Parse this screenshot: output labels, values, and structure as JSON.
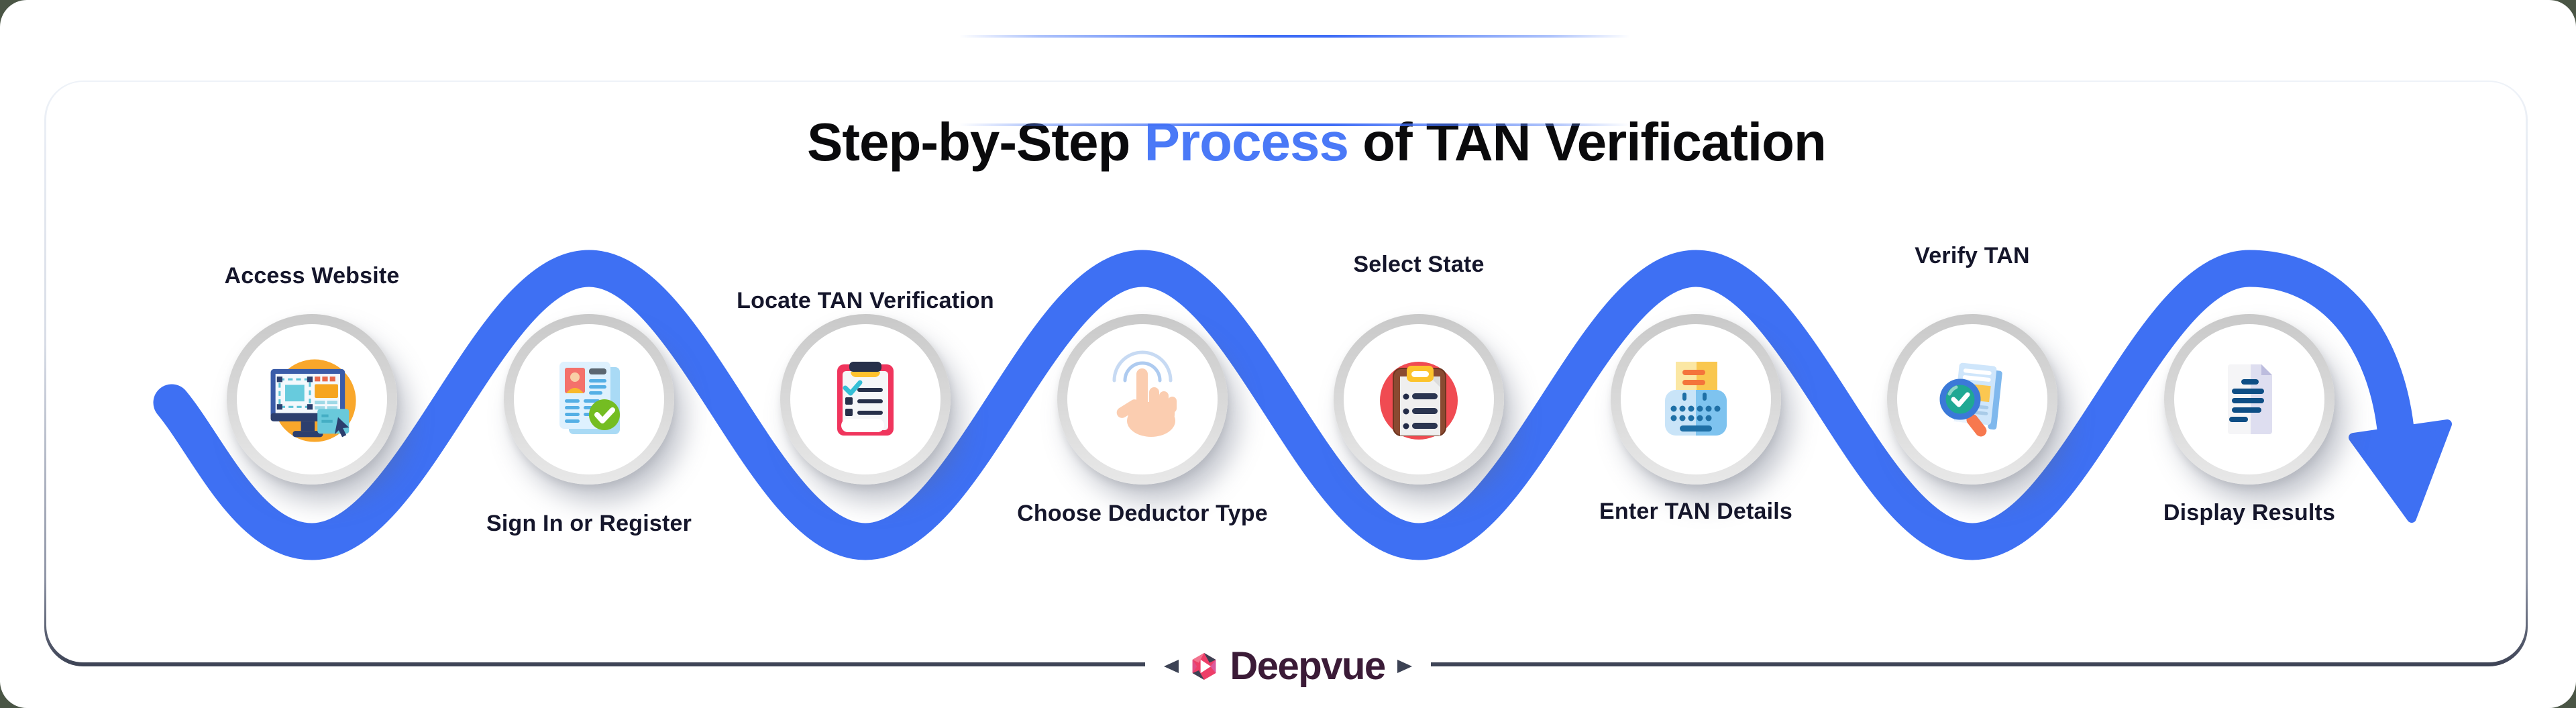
{
  "title": {
    "prefix": "Step-by-Step ",
    "highlight": "Process",
    "suffix": " of TAN Verification"
  },
  "steps": [
    {
      "label": "Access Website",
      "icon": "monitor-website-icon",
      "label_position": "above"
    },
    {
      "label": "Sign In or Register",
      "icon": "register-document-icon",
      "label_position": "below"
    },
    {
      "label": "Locate TAN Verification",
      "icon": "clipboard-checklist-icon",
      "label_position": "above"
    },
    {
      "label": "Choose Deductor Type",
      "icon": "tap-hand-icon",
      "label_position": "below"
    },
    {
      "label": "Select State",
      "icon": "state-list-clipboard-icon",
      "label_position": "above"
    },
    {
      "label": "Enter TAN Details",
      "icon": "typewriter-keyboard-icon",
      "label_position": "below"
    },
    {
      "label": "Verify TAN",
      "icon": "magnifier-book-icon",
      "label_position": "above"
    },
    {
      "label": "Display Results",
      "icon": "results-document-icon",
      "label_position": "below"
    }
  ],
  "footer": {
    "brand": "Deepvue"
  },
  "colors": {
    "wave_blue": "#3E70F3",
    "title_accent": "#4A79F7",
    "title_text": "#0A0A0C",
    "label_text": "#15162B",
    "circle_ring": "#D6D6D6",
    "card_border_dark": "#3C4254",
    "brand_text": "#3B1B37",
    "brand_hexagon_pink": "#EE3E68"
  }
}
